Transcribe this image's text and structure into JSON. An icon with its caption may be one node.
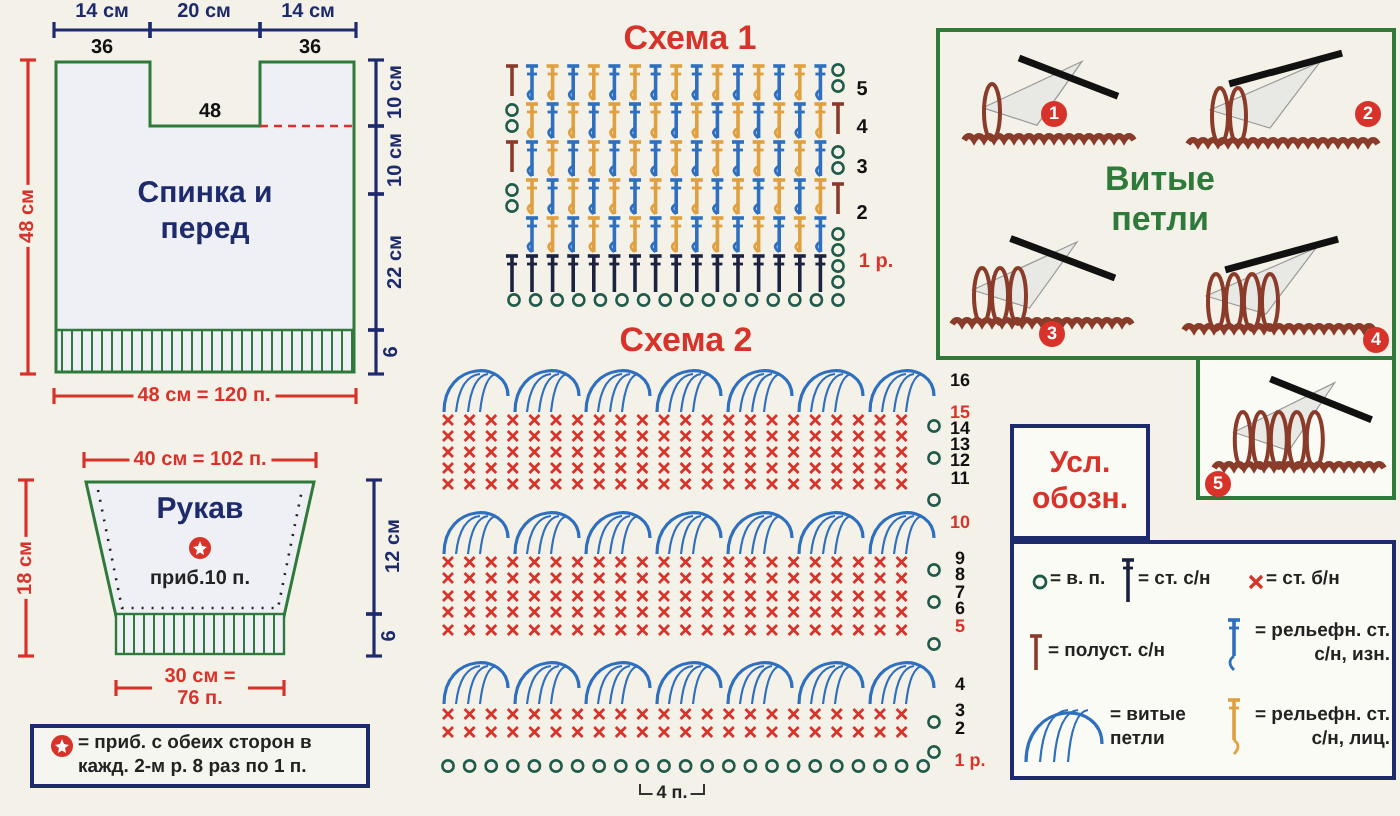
{
  "diagram": {
    "nodes": [
      {
        "text": [
          "Спинка и перед"
        ]
      },
      {
        "text": [
          "Рукав",
          "приб.10 п."
        ]
      },
      {
        "text": [
          "Витые петли"
        ]
      },
      {
        "text": [
          "Усл. обозн."
        ]
      }
    ],
    "labels": [
      "14 см",
      "20 см",
      "14 см",
      "36",
      "36",
      "48",
      "48 см",
      "10 см",
      "10 см",
      "22 см",
      "6",
      "48 см = 120 п.",
      "40 см = 102 п.",
      "18 см",
      "12 см",
      "6",
      "30 см = 76 п.",
      "= приб. с обеих сторон в кажд. 2-м р. 8 раз по 1 п.",
      "Схема 1",
      "5",
      "4",
      "3",
      "2",
      "1 р.",
      "Схема 2",
      "16",
      "15",
      "14",
      "13",
      "12",
      "11",
      "10",
      "9",
      "8",
      "7",
      "6",
      "5",
      "4",
      "3",
      "2",
      "1 р.",
      "4 п.",
      "1",
      "2",
      "3",
      "4",
      "5"
    ],
    "legend": [
      {
        "text": "= в. п."
      },
      {
        "text": "= ст. с/н"
      },
      {
        "text": "= ст. б/н"
      },
      {
        "text": "= полуст. с/н"
      },
      {
        "text": "= рельефн. ст. с/н, изн."
      },
      {
        "text": "= витые петли"
      },
      {
        "text": "= рельефн. ст. с/н, лиц."
      }
    ]
  }
}
